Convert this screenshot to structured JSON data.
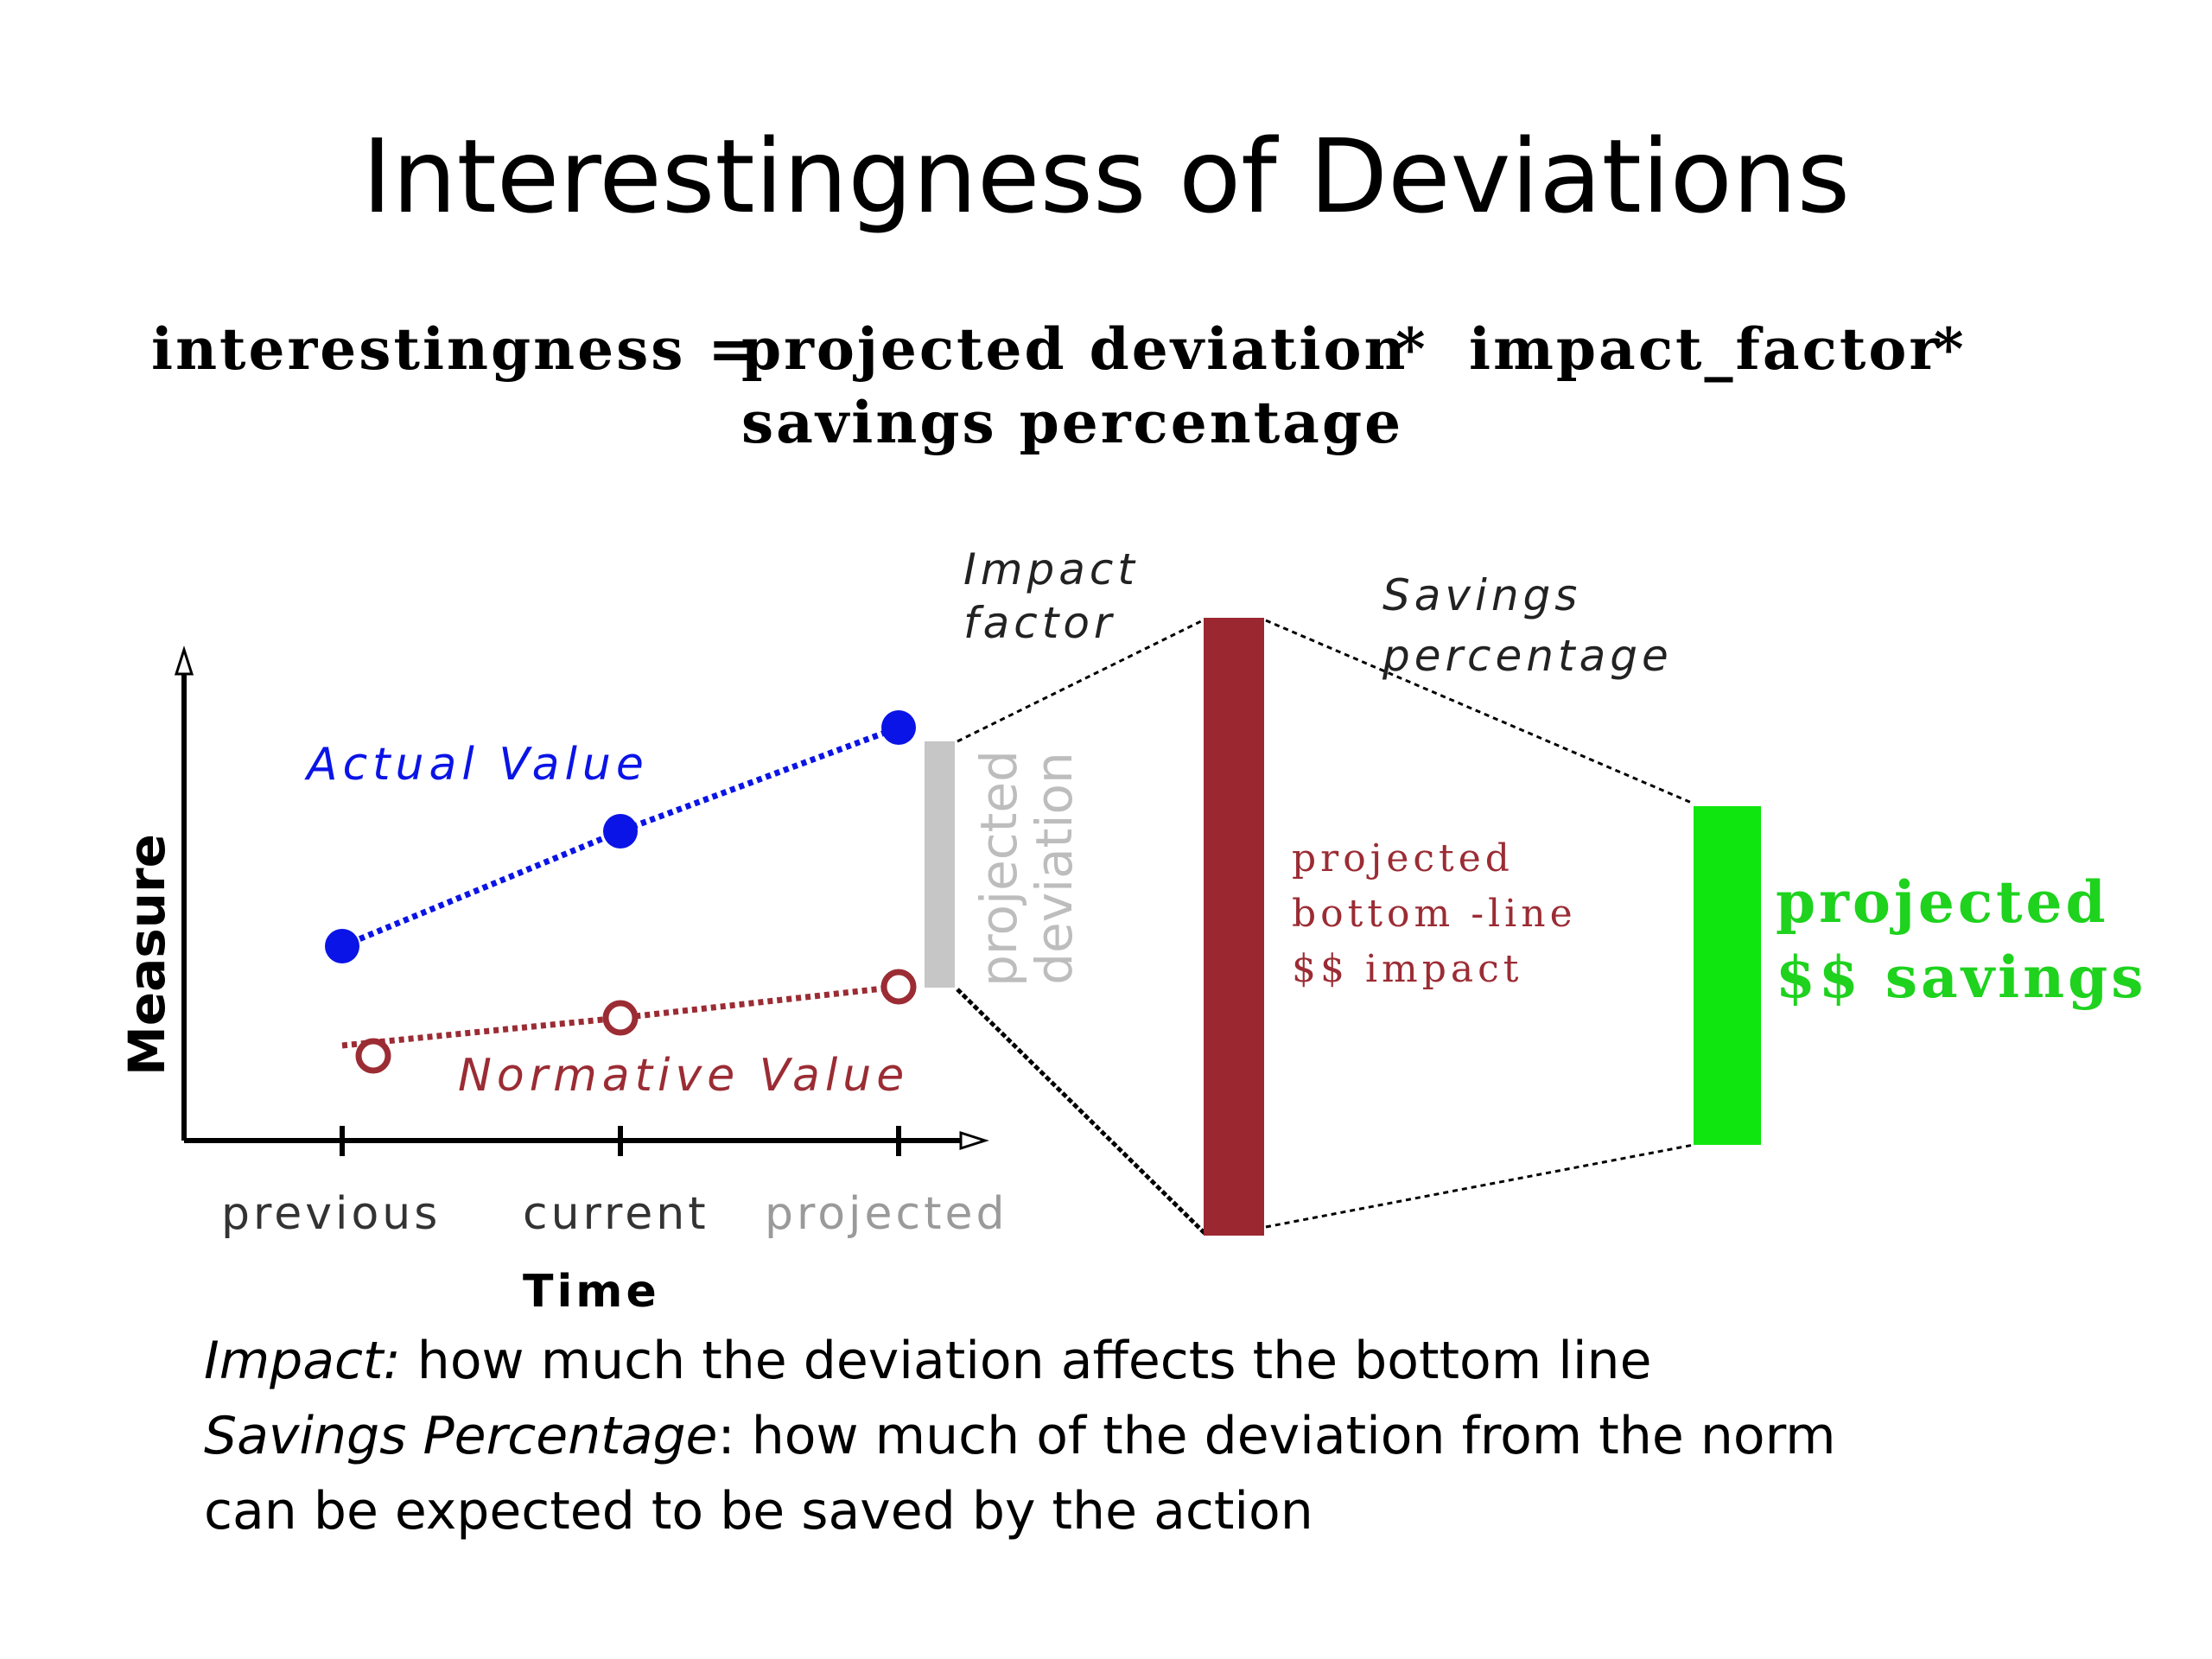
{
  "title": "Interestingness of Deviations",
  "formula": {
    "lhs": "interestingness =",
    "term1": "projected deviation",
    "op1": "*",
    "term2": "impact_factor",
    "op2": "*",
    "term3": "savings percentage"
  },
  "chart": {
    "y_axis_label": "Measure",
    "x_axis_label": "Time",
    "x_ticks": [
      "previous",
      "current",
      "projected"
    ],
    "actual_label": "Actual Value",
    "normative_label": "Normative Value",
    "deviation_label_1": "projected",
    "deviation_label_2": "deviation"
  },
  "impact": {
    "label_1": "Impact",
    "label_2": "factor",
    "bar_1": "projected",
    "bar_2": "bottom -line",
    "bar_3": "$$ impact"
  },
  "savings": {
    "label_1": "Savings",
    "label_2": "percentage",
    "bar_1": "projected",
    "bar_2": "$$ savings"
  },
  "notes": {
    "impact_term": "Impact:",
    "impact_desc": " how much the deviation affects the bottom line",
    "savings_term": "Savings Percentage",
    "savings_desc": ": how much of the deviation from the norm",
    "savings_desc_2": "can be expected to be saved by the action"
  },
  "colors": {
    "actual": "#0a14e6",
    "normative": "#9b2c34",
    "deviation_bar": "#c6c6c6",
    "impact_bar": "#9b2731",
    "savings_bar": "#0fe60f",
    "savings_text": "#1ed21e"
  }
}
